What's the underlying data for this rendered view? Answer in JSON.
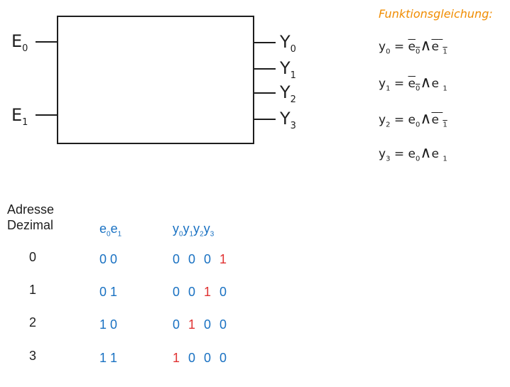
{
  "inputs": [
    {
      "letter": "E",
      "sub": "0"
    },
    {
      "letter": "E",
      "sub": "1"
    }
  ],
  "outputs": [
    {
      "letter": "Y",
      "sub": "0"
    },
    {
      "letter": "Y",
      "sub": "1"
    },
    {
      "letter": "Y",
      "sub": "2"
    },
    {
      "letter": "Y",
      "sub": "3"
    }
  ],
  "equations_title": "Funktionsgleichung:",
  "equations": [
    {
      "lhs": "y",
      "lhs_sub": "0",
      "eq": "=",
      "a": "e",
      "a_sub": "0",
      "a_neg": true,
      "op": "∧",
      "b": "e",
      "b_sub": "1",
      "b_neg": true
    },
    {
      "lhs": "y",
      "lhs_sub": "1",
      "eq": "=",
      "a": "e",
      "a_sub": "0",
      "a_neg": true,
      "op": "∧",
      "b": "e",
      "b_sub": "1",
      "b_neg": false
    },
    {
      "lhs": "y",
      "lhs_sub": "2",
      "eq": "=",
      "a": "e",
      "a_sub": "0",
      "a_neg": false,
      "op": "∧",
      "b": "e",
      "b_sub": "1",
      "b_neg": true
    },
    {
      "lhs": "y",
      "lhs_sub": "3",
      "eq": "=",
      "a": "e",
      "a_sub": "0",
      "a_neg": false,
      "op": "∧",
      "b": "e",
      "b_sub": "1",
      "b_neg": false
    }
  ],
  "table": {
    "address_header": "Adresse\nDezimal",
    "address_header_1": "Adresse",
    "address_header_2": "Dezimal",
    "e_header": {
      "e0": "e",
      "e0_sub": "0",
      "e1": "e",
      "e1_sub": "1"
    },
    "y_header": [
      {
        "l": "y",
        "s": "0"
      },
      {
        "l": "y",
        "s": "1"
      },
      {
        "l": "y",
        "s": "2"
      },
      {
        "l": "y",
        "s": "3"
      }
    ],
    "rows": [
      {
        "addr": "0",
        "e": [
          "0",
          "0"
        ],
        "y": [
          "0",
          "0",
          "0",
          "1"
        ],
        "hot": 3
      },
      {
        "addr": "1",
        "e": [
          "0",
          "1"
        ],
        "y": [
          "0",
          "0",
          "1",
          "0"
        ],
        "hot": 2
      },
      {
        "addr": "2",
        "e": [
          "1",
          "0"
        ],
        "y": [
          "0",
          "1",
          "0",
          "0"
        ],
        "hot": 1
      },
      {
        "addr": "3",
        "e": [
          "1",
          "1"
        ],
        "y": [
          "1",
          "0",
          "0",
          "0"
        ],
        "hot": 0
      }
    ]
  },
  "colors": {
    "accent": "#f08c00",
    "blue": "#1971c2",
    "red": "#e03131",
    "ink": "#1e1e1e"
  }
}
